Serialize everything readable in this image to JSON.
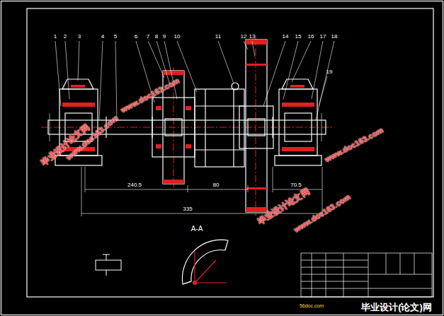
{
  "diagram": {
    "labels": [
      "1",
      "2",
      "3",
      "4",
      "5",
      "6",
      "7",
      "8",
      "9",
      "10",
      "11",
      "12",
      "13",
      "14",
      "15",
      "16",
      "17",
      "18",
      "19",
      "240.5",
      "80",
      "70.5",
      "335",
      "A-A",
      "毕业设计论文网",
      "www.doc163.com",
      "www.doc163.com",
      "www.doc163.com",
      "毕业设计论文网",
      "www.doc163.com",
      "毕业设计(论文)网",
      "56doc.com"
    ]
  }
}
